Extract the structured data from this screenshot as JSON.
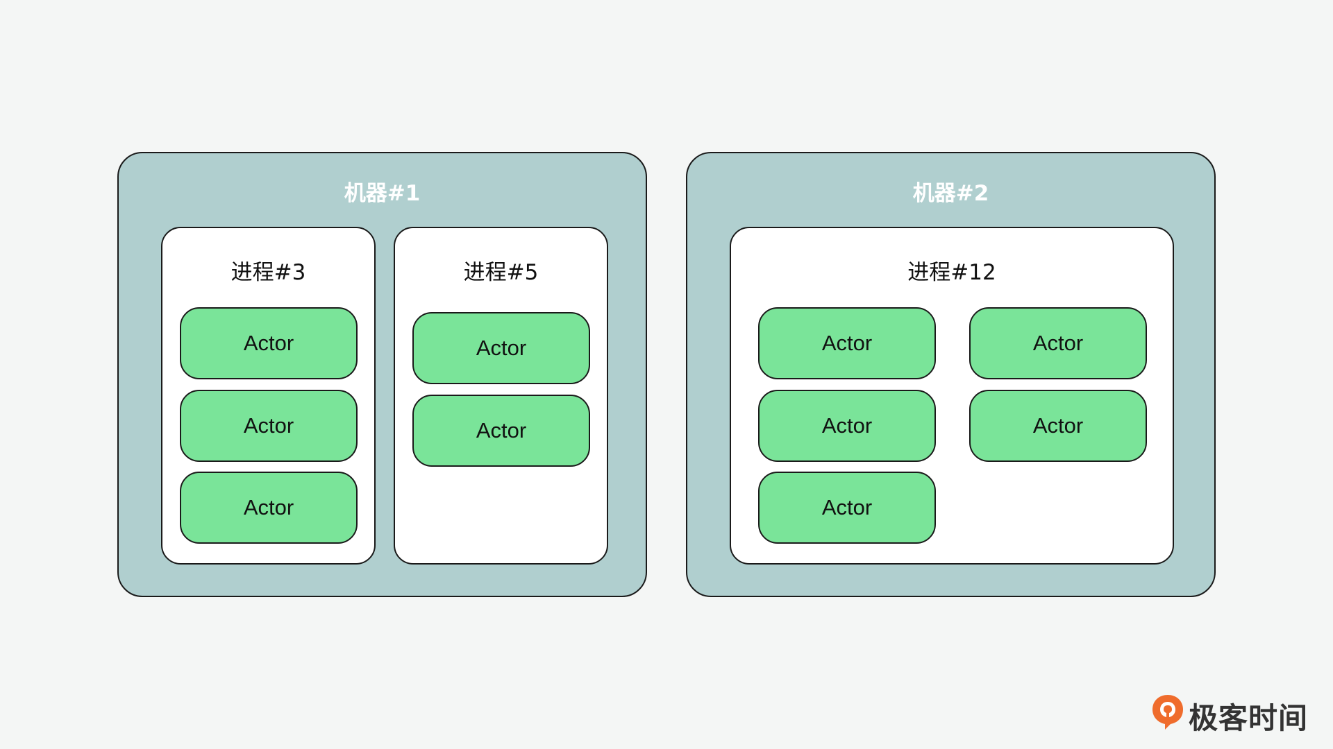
{
  "machines": [
    {
      "title": "机器#1",
      "processes": [
        {
          "title": "进程#3",
          "actors": [
            "Actor",
            "Actor",
            "Actor"
          ]
        },
        {
          "title": "进程#5",
          "actors": [
            "Actor",
            "Actor"
          ]
        }
      ]
    },
    {
      "title": "机器#2",
      "processes": [
        {
          "title": "进程#12",
          "actors": [
            "Actor",
            "Actor",
            "Actor",
            "Actor",
            "Actor"
          ]
        }
      ]
    }
  ],
  "logo": {
    "text": "极客时间"
  },
  "colors": {
    "background": "#f4f6f5",
    "machine_fill": "#b0cfcf",
    "process_fill": "#ffffff",
    "actor_fill": "#7ae499",
    "logo_accent": "#ef6c2c"
  }
}
